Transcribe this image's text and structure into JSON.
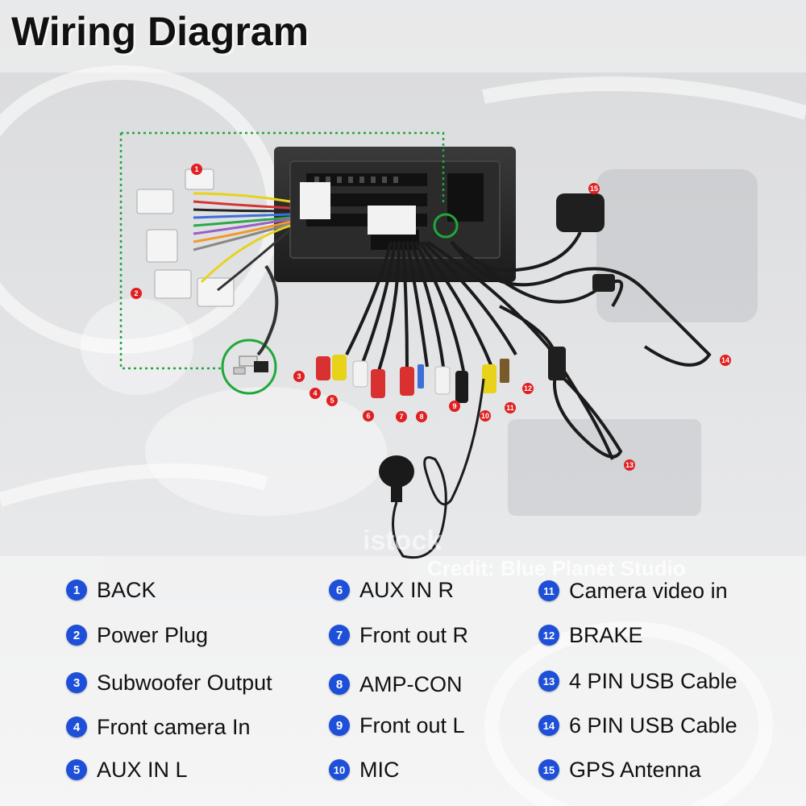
{
  "title": "Wiring Diagram",
  "watermark": {
    "brand": "istock",
    "credit": "Credit: Blue Planet Studio"
  },
  "colors": {
    "legend_badge": "#1e4fd8",
    "callout_badge": "#e02020",
    "highlight": "#1fa83a"
  },
  "callouts": [
    "1",
    "2",
    "3",
    "4",
    "5",
    "6",
    "7",
    "8",
    "9",
    "10",
    "11",
    "12",
    "13",
    "14",
    "15"
  ],
  "legend": [
    {
      "num": "1",
      "label": "BACK"
    },
    {
      "num": "2",
      "label": "Power Plug"
    },
    {
      "num": "3",
      "label": "Subwoofer Output"
    },
    {
      "num": "4",
      "label": "Front camera In"
    },
    {
      "num": "5",
      "label": "AUX IN L"
    },
    {
      "num": "6",
      "label": "AUX IN R"
    },
    {
      "num": "7",
      "label": "Front out R"
    },
    {
      "num": "8",
      "label": "AMP-CON"
    },
    {
      "num": "9",
      "label": "Front out L"
    },
    {
      "num": "10",
      "label": "MIC"
    },
    {
      "num": "11",
      "label": "Camera video in"
    },
    {
      "num": "12",
      "label": "BRAKE"
    },
    {
      "num": "13",
      "label": "4 PIN USB Cable"
    },
    {
      "num": "14",
      "label": "6 PIN USB Cable"
    },
    {
      "num": "15",
      "label": "GPS Antenna"
    }
  ]
}
